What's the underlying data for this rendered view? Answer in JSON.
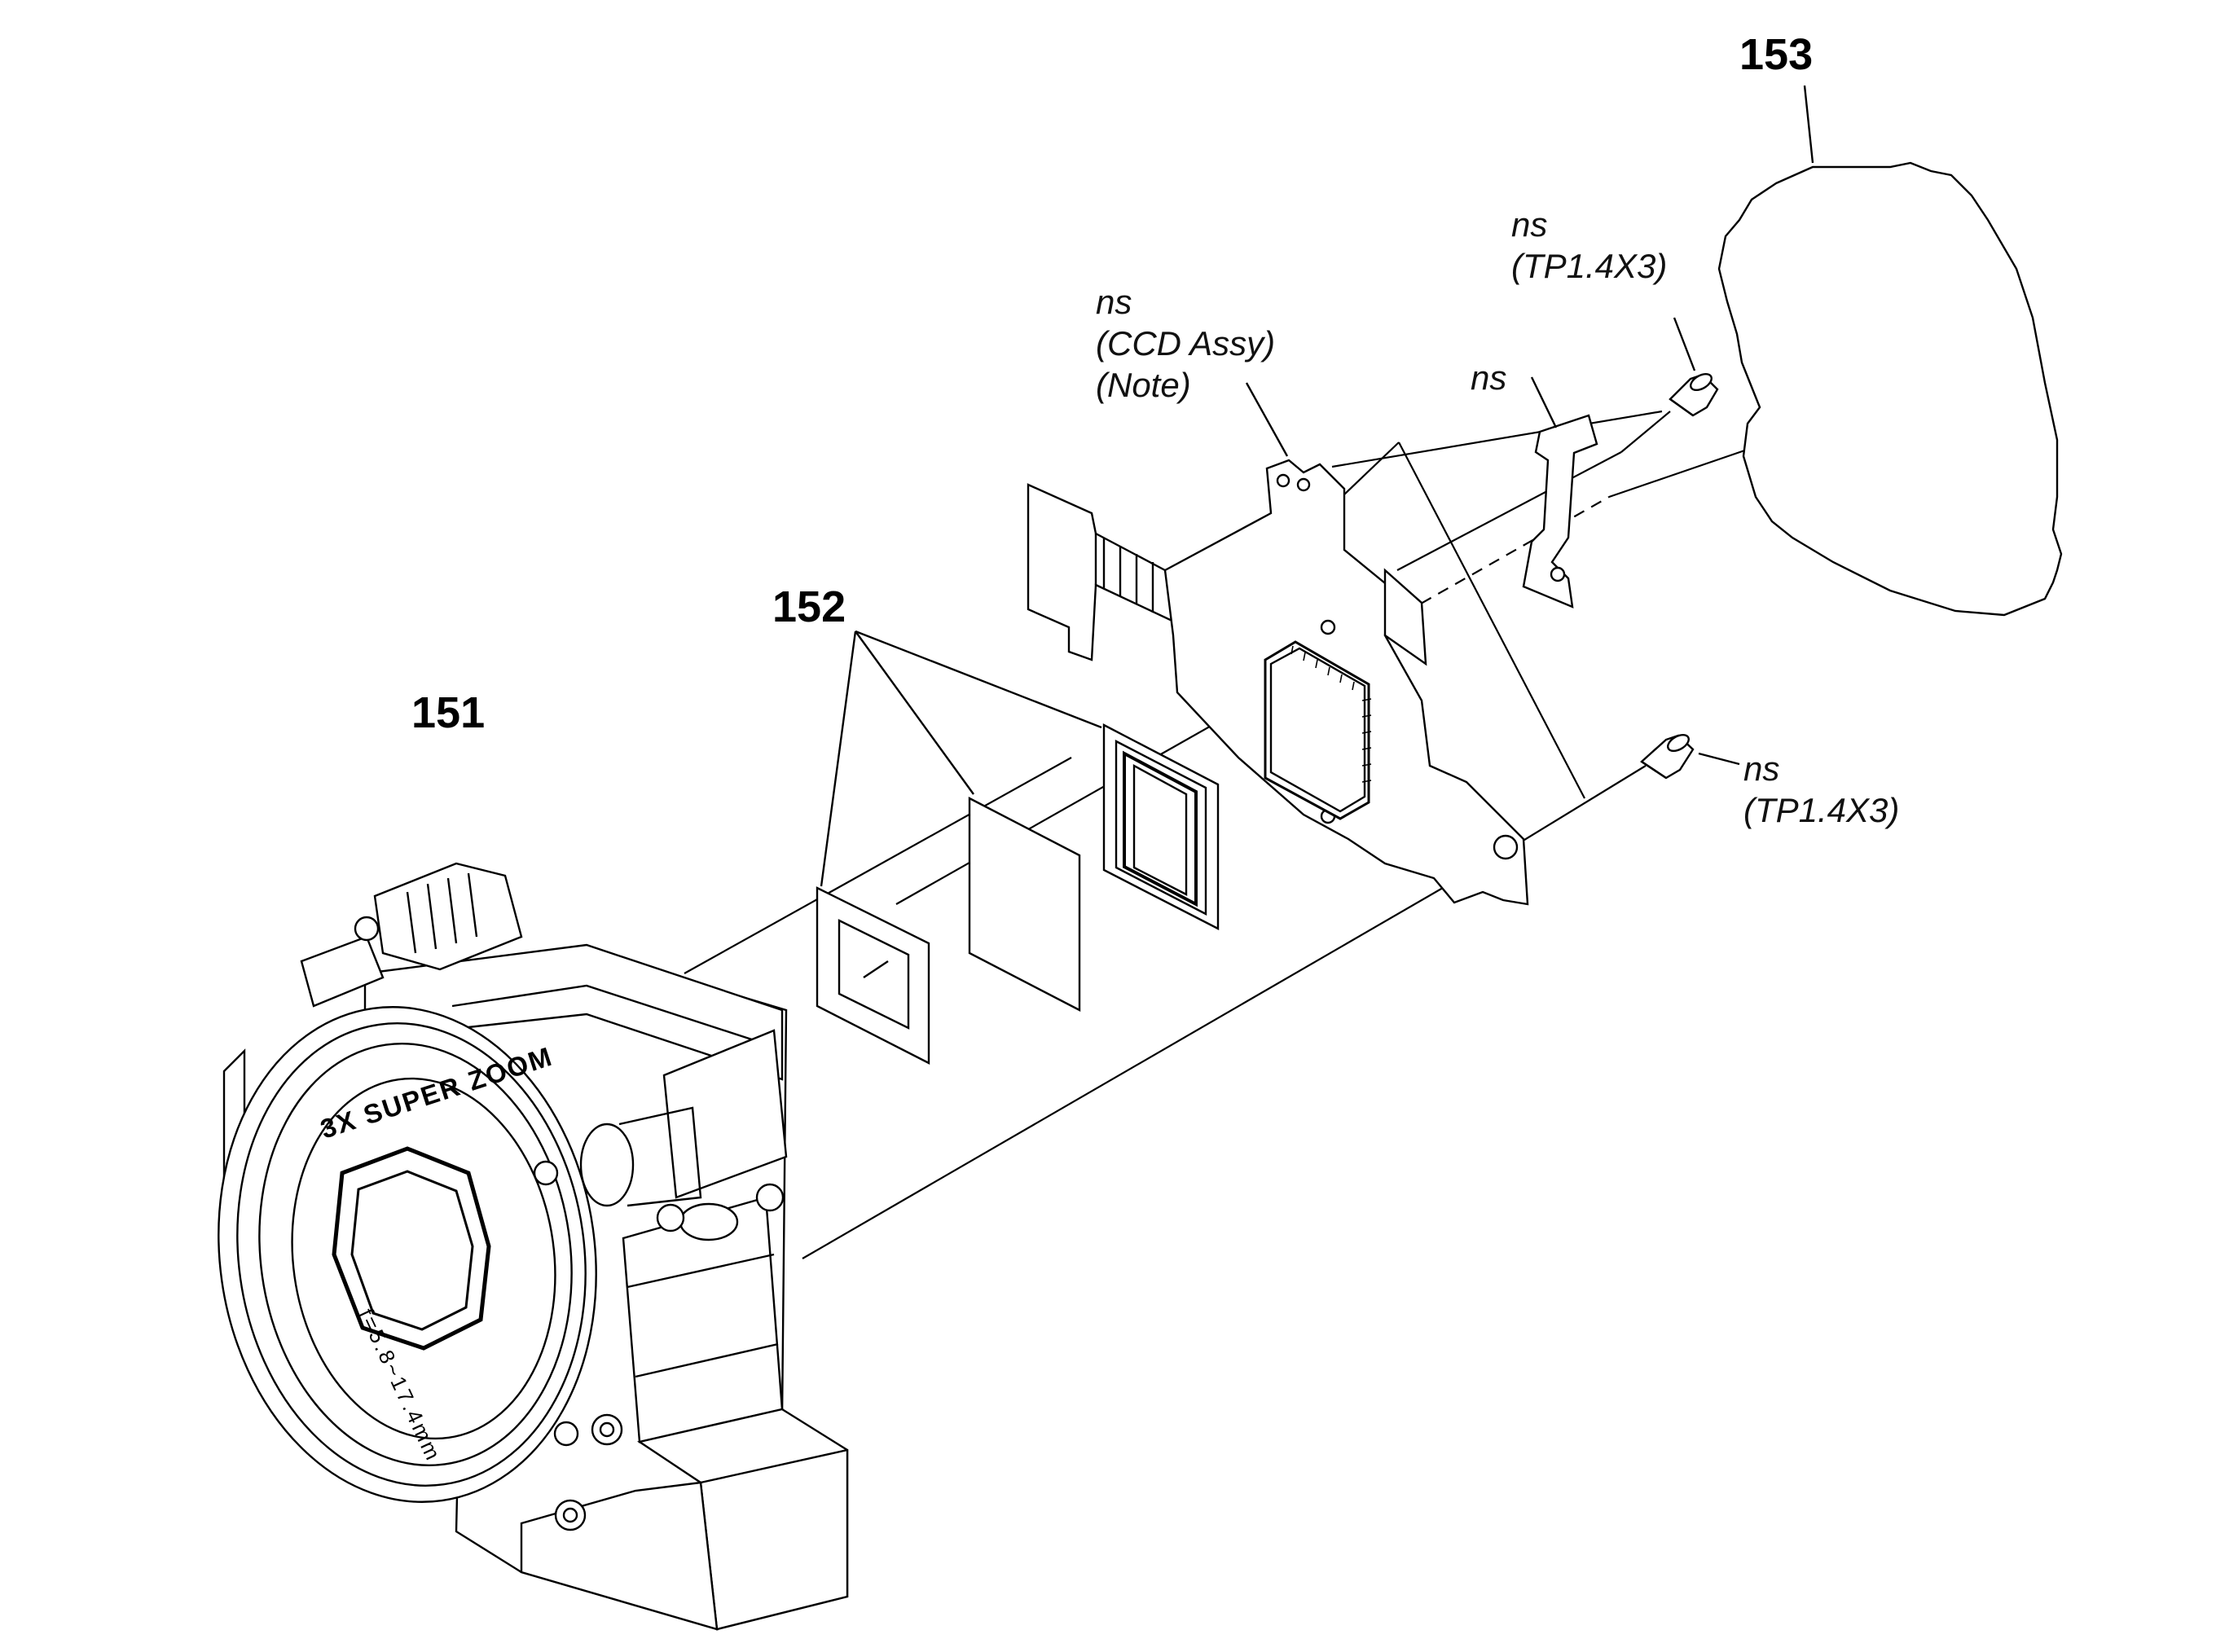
{
  "parts": {
    "p151": "151",
    "p152": "152",
    "p153": "153"
  },
  "annotations": {
    "ccd_ns": "ns",
    "ccd_name": "(CCD Assy)",
    "ccd_note": "(Note)",
    "screw_top_ns": "ns",
    "screw_top_spec": "(TP1.4X3)",
    "bracket_ns": "ns",
    "screw_bottom_ns": "ns",
    "screw_bottom_spec": "(TP1.4X3)"
  },
  "lens_markings": {
    "zoom_text": "3X SUPER ZOOM",
    "focal_text": "f=5.8~17.4mm"
  },
  "colors": {
    "line": "#000000",
    "background": "#ffffff"
  }
}
